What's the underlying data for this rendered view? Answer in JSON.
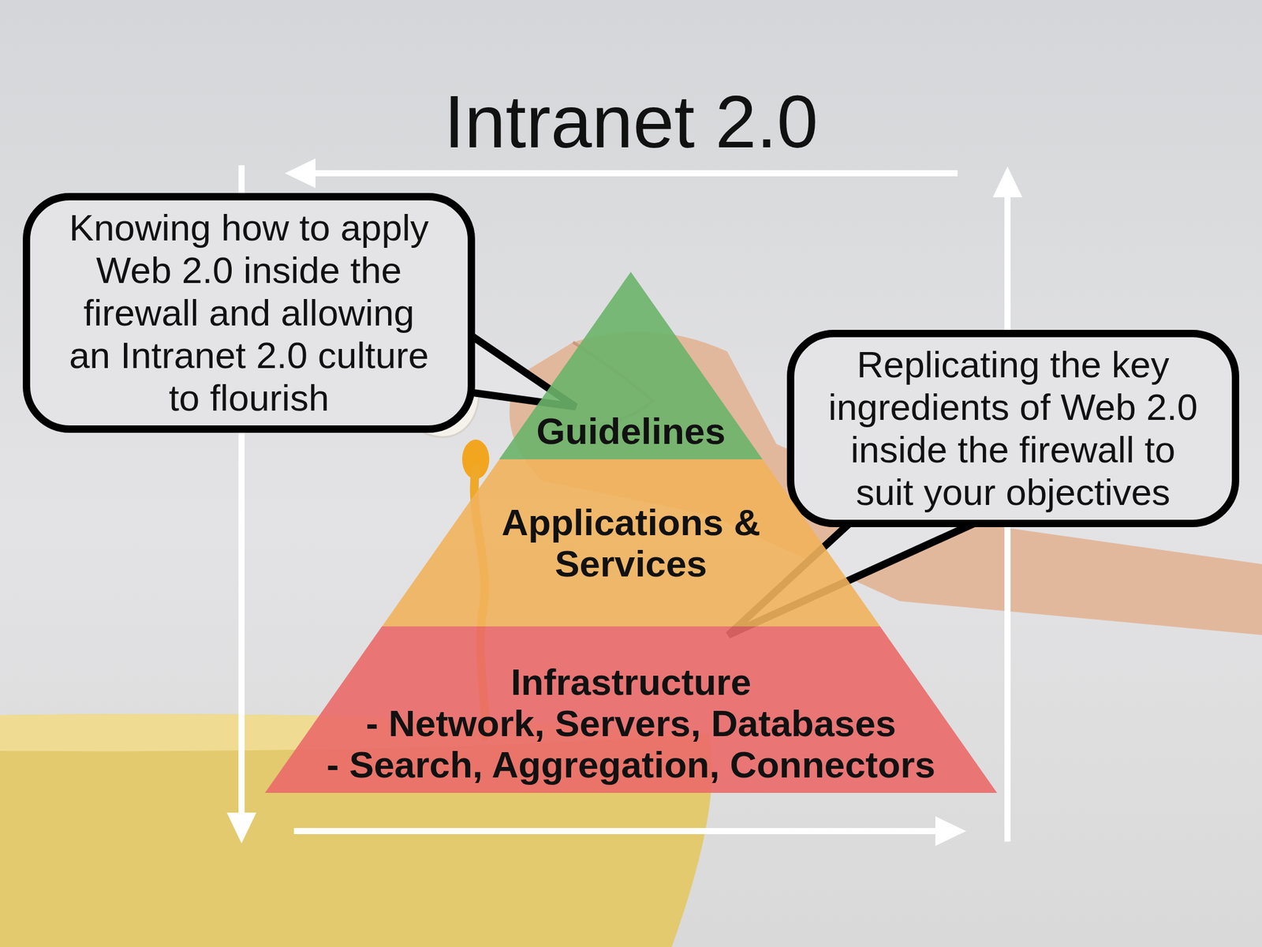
{
  "diagram": {
    "title": "Intranet 2.0",
    "nodes": [
      {
        "text": [
          "Knowing how to apply Web 2.0 inside the firewall and allowing an Intranet 2.0 culture to flourish"
        ]
      },
      {
        "text": [
          "Guidelines"
        ]
      },
      {
        "text": [
          "Replicating the key ingredients of Web 2.0 inside the firewall to suit your objectives"
        ]
      },
      {
        "text": [
          "Applications & Services"
        ]
      },
      {
        "text": [
          "Infrastructure",
          "- Network, Servers, Databases",
          "- Search, Aggregation, Connectors"
        ]
      }
    ],
    "edges": [
      {
        "from": 0,
        "to": 1,
        "arrow": "none"
      },
      {
        "from": 2,
        "to": 4,
        "arrow": "none"
      }
    ]
  }
}
